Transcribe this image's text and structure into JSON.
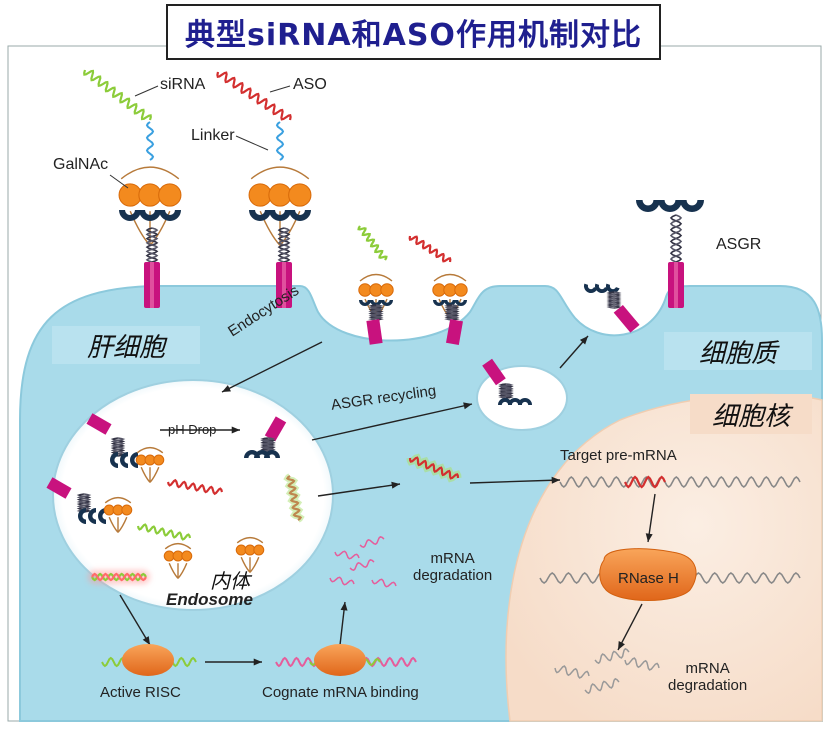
{
  "title": "典型siRNA和ASO作用机制对比",
  "labels": {
    "sirna": "siRNA",
    "aso": "ASO",
    "linker": "Linker",
    "galnac": "GalNAc",
    "asgr": "ASGR",
    "endocytosis": "Endocytosis",
    "ph_drop": "pH Drop",
    "asgr_recycling": "ASGR recycling",
    "target_pre_mrna": "Target pre-mRNA",
    "rnase_h": "RNase H",
    "mrna_degradation_cyto": "mRNA\ndegradation",
    "mrna_degradation_nuc": "mRNA\ndegradation",
    "endosome": "Endosome",
    "active_risc": "Active RISC",
    "cognate_binding": "Cognate mRNA binding"
  },
  "zh_labels": {
    "hepatocyte": "肝细胞",
    "cytoplasm": "细胞质",
    "nucleus": "细胞核",
    "endosome": "内体"
  },
  "colors": {
    "title_text": "#1f1f8f",
    "cell": "#a9dbea",
    "cell_edge": "#8cc9dc",
    "nucleus": "#f8e3d3",
    "receptor": "#c8127e",
    "galnac_sugar": "#f38a1e",
    "receptor_cup": "#17324f",
    "sirna_strand": "#8ccc3a",
    "aso_strand": "#d32f2f",
    "linker": "#3aa0e0",
    "rnase": "#f07f1f",
    "mrna_degraded": "#e65d9b"
  }
}
